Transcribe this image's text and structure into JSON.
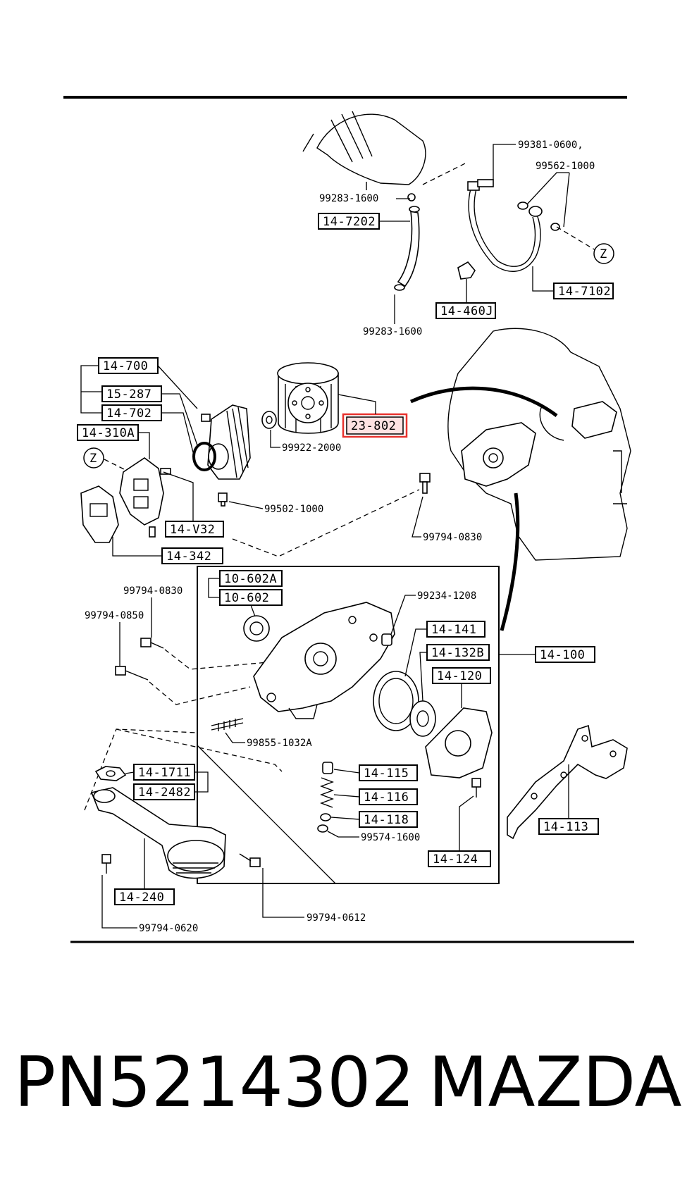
{
  "diagram": {
    "labels": {
      "l_99381": "99381-0600,",
      "l_99562": "99562-1000",
      "l_99283a": "99283-1600",
      "l_14_7202": "14-7202",
      "l_z1": "Z",
      "l_14_7102": "14-7102",
      "l_14_460j": "14-460J",
      "l_99283b": "99283-1600",
      "l_14_700": "14-700",
      "l_15_287": "15-287",
      "l_14_702": "14-702",
      "l_23_802": "23-802",
      "l_14_310a": "14-310A",
      "l_99922": "99922-2000",
      "l_z2": "Z",
      "l_99502": "99502-1000",
      "l_14_v32": "14-V32",
      "l_99794_0830a": "99794-0830",
      "l_14_342": "14-342",
      "l_10_602a": "10-602A",
      "l_10_602": "10-602",
      "l_99794_0830b": "99794-0830",
      "l_99234": "99234-1208",
      "l_99794_0850": "99794-0850",
      "l_14_141": "14-141",
      "l_14_132b": "14-132B",
      "l_14_100": "14-100",
      "l_14_120": "14-120",
      "l_99855": "99855-1032A",
      "l_14_1711": "14-1711",
      "l_14_2482": "14-2482",
      "l_14_115": "14-115",
      "l_14_116": "14-116",
      "l_14_118": "14-118",
      "l_99574": "99574-1600",
      "l_14_113": "14-113",
      "l_14_124": "14-124",
      "l_14_240": "14-240",
      "l_99794_0612": "99794-0612",
      "l_99794_0620": "99794-0620"
    },
    "highlight_color": "#e8322e"
  },
  "footer": {
    "part_number": "PN5214302",
    "brand": "MAZDA"
  }
}
